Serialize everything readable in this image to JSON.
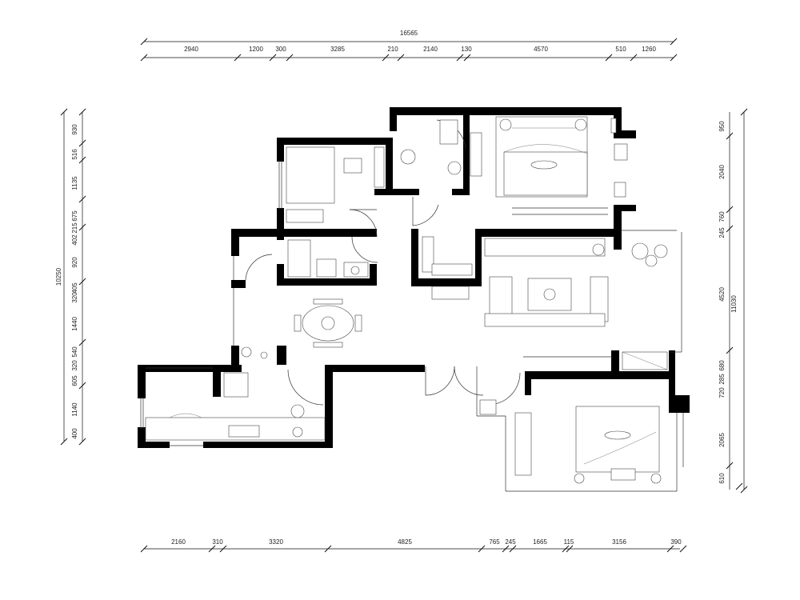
{
  "dimensions": {
    "top_total": "16565",
    "top_segments": [
      "2940",
      "1200",
      "300",
      "3285",
      "210",
      "2140",
      "130",
      "4570",
      "510",
      "1260"
    ],
    "bottom_segments": [
      "2160",
      "310",
      "3320",
      "4825",
      "765",
      "245",
      "1665",
      "115",
      "3156",
      "390"
    ],
    "left_total": "10250",
    "left_segments": [
      "930",
      "516",
      "1135",
      "675",
      "215",
      "402",
      "920",
      "405",
      "320",
      "1440",
      "540",
      "320",
      "605",
      "1140",
      "400"
    ],
    "right_total": "11030",
    "right_segments": [
      "950",
      "2040",
      "760",
      "245",
      "4520",
      "720",
      "285",
      "680",
      "2065",
      "610"
    ]
  }
}
